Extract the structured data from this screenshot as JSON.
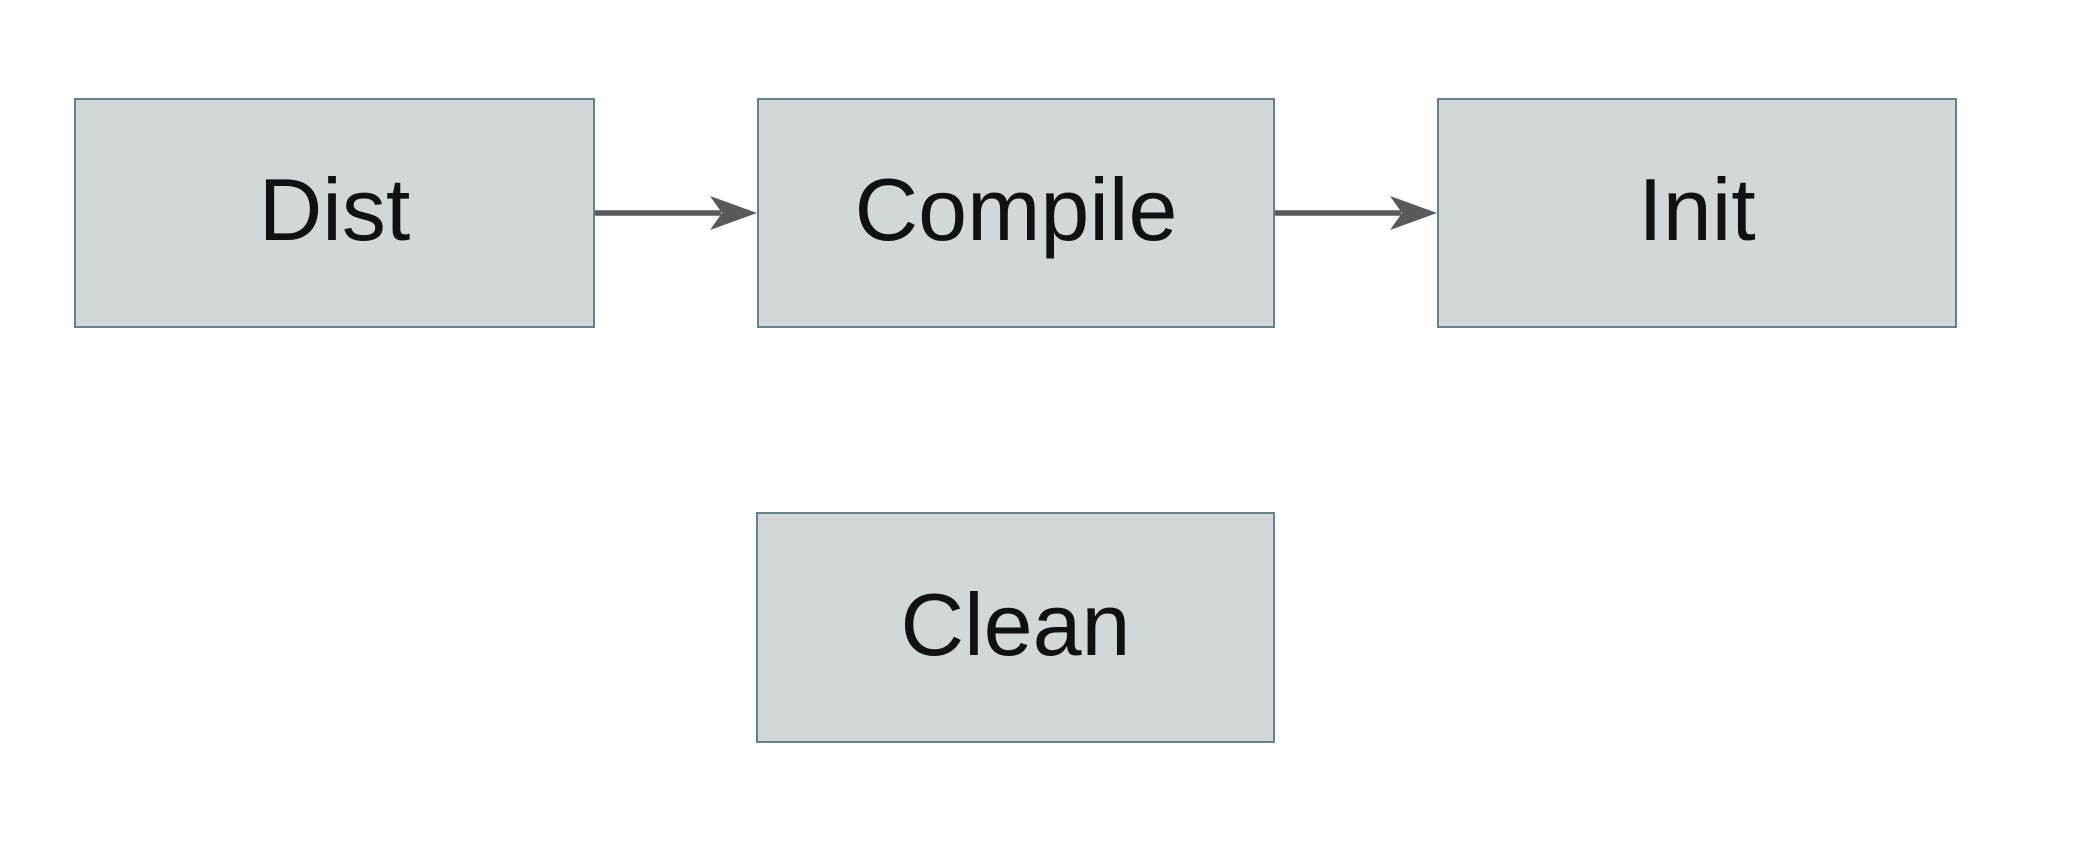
{
  "diagram": {
    "type": "flowchart",
    "colors": {
      "background": "#ffffff",
      "node_fill": "#d2d8da",
      "node_border": "#65818e",
      "arrow": "#58595b",
      "text": "#111111"
    },
    "nodes": [
      {
        "id": "dist",
        "label": "Dist"
      },
      {
        "id": "compile",
        "label": "Compile"
      },
      {
        "id": "init",
        "label": "Init"
      },
      {
        "id": "clean",
        "label": "Clean"
      }
    ],
    "edges": [
      {
        "from": "Dist",
        "to": "Compile",
        "direction": "right"
      },
      {
        "from": "Compile",
        "to": "Init",
        "direction": "right"
      }
    ]
  }
}
